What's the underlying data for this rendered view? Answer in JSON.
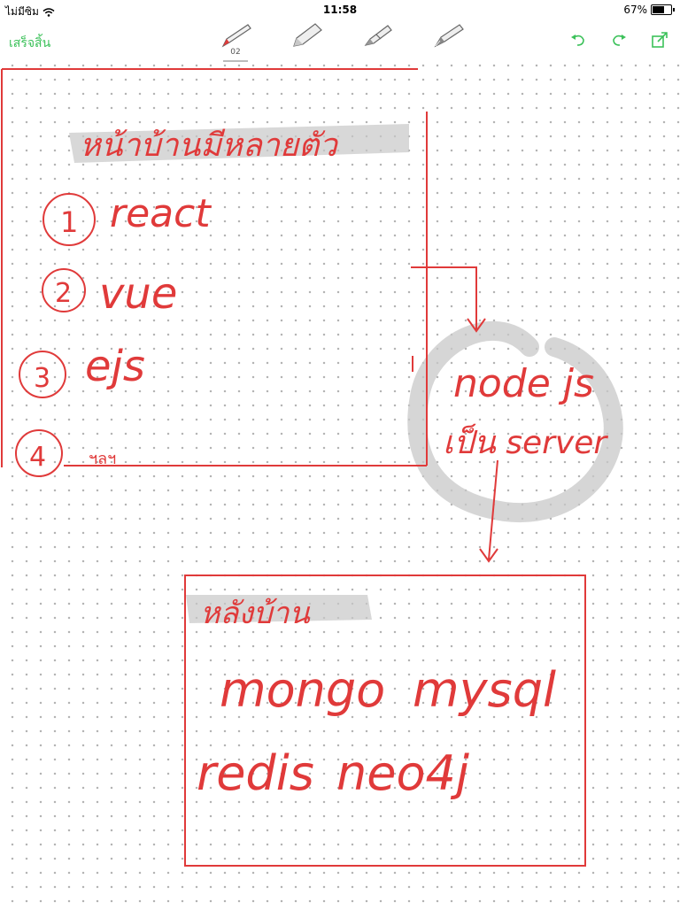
{
  "status_bar": {
    "carrier": "ไม่มีซิม",
    "time": "11:58",
    "battery_percent": "67%",
    "battery_level": 0.67
  },
  "toolbar": {
    "done_label": "เสร็จสิ้น",
    "pen_size": "02",
    "tools": [
      "pen-icon",
      "highlighter-icon",
      "marker-icon",
      "fountain-pen-icon"
    ],
    "actions": [
      "undo-icon",
      "redo-icon",
      "share-icon"
    ]
  },
  "note": {
    "frontend_title": "หน้าบ้านมีหลายตัว",
    "frontend_items": [
      {
        "num": "1",
        "text": "react"
      },
      {
        "num": "2",
        "text": "vue"
      },
      {
        "num": "3",
        "text": "ejs"
      },
      {
        "num": "4",
        "text": "ฯลฯ"
      }
    ],
    "server_line1": "node js",
    "server_line2": "เป็น server",
    "backend_title": "หลังบ้าน",
    "backend_items": [
      "mongo",
      "mysql",
      "redis",
      "neo4j"
    ]
  },
  "colors": {
    "ink": "#e03a3a",
    "accent": "#3cc15a",
    "highlight": "#c8c8c8"
  }
}
